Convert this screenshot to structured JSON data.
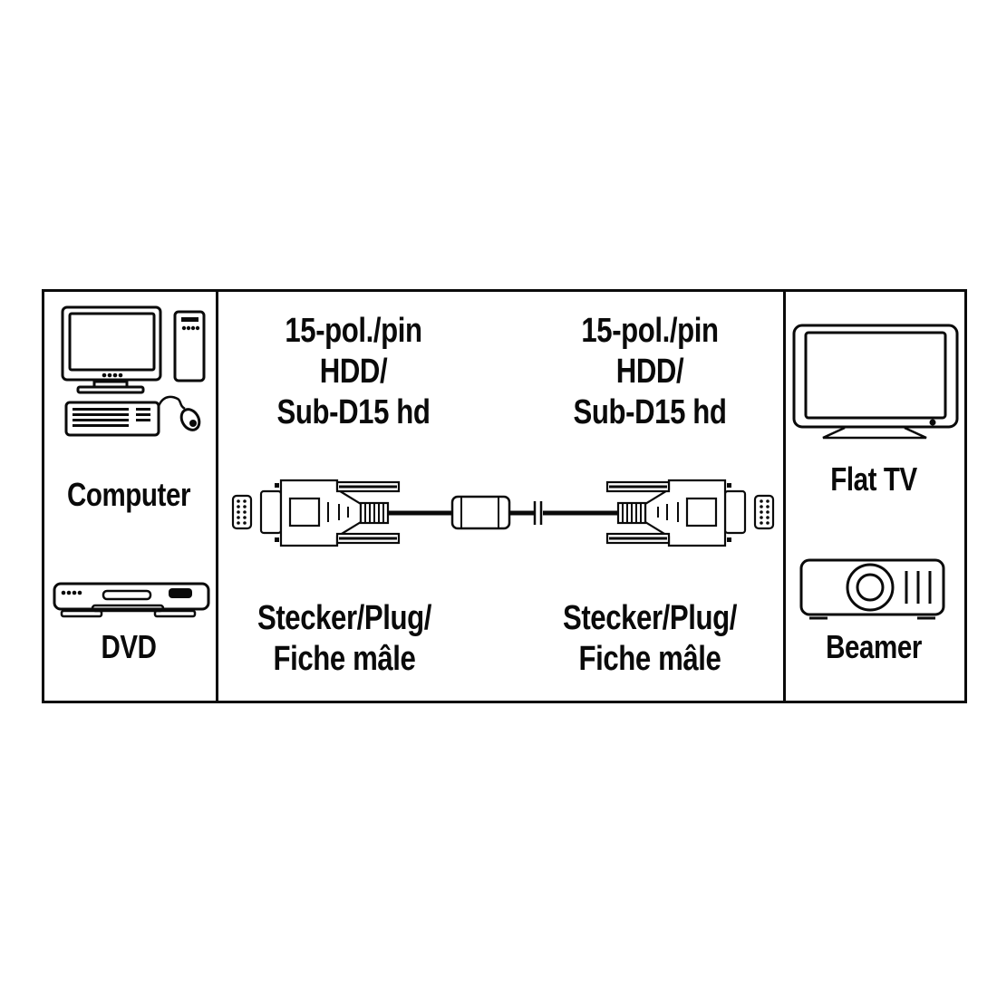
{
  "diagram": {
    "source_devices": [
      {
        "label": "Computer",
        "icon": "computer-icon"
      },
      {
        "label": "DVD",
        "icon": "dvd-player-icon"
      }
    ],
    "target_devices": [
      {
        "label": "Flat TV",
        "icon": "flat-tv-icon"
      },
      {
        "label": "Beamer",
        "icon": "projector-icon"
      }
    ],
    "connectors": [
      {
        "side": "left",
        "spec_lines": [
          "15-pol./pin",
          "HDD/",
          "Sub-D15 hd"
        ],
        "type_lines": [
          "Stecker/Plug/",
          "Fiche mâle"
        ],
        "icon": "vga-plug-icon"
      },
      {
        "side": "right",
        "spec_lines": [
          "15-pol./pin",
          "HDD/",
          "Sub-D15 hd"
        ],
        "type_lines": [
          "Stecker/Plug/",
          "Fiche mâle"
        ],
        "icon": "vga-plug-icon"
      }
    ],
    "cable": {
      "ferrite_core": "ferrite-core-icon",
      "length_break": "cable-break-icon"
    },
    "colors": {
      "line": "#0a0a0a",
      "background": "#ffffff"
    }
  }
}
